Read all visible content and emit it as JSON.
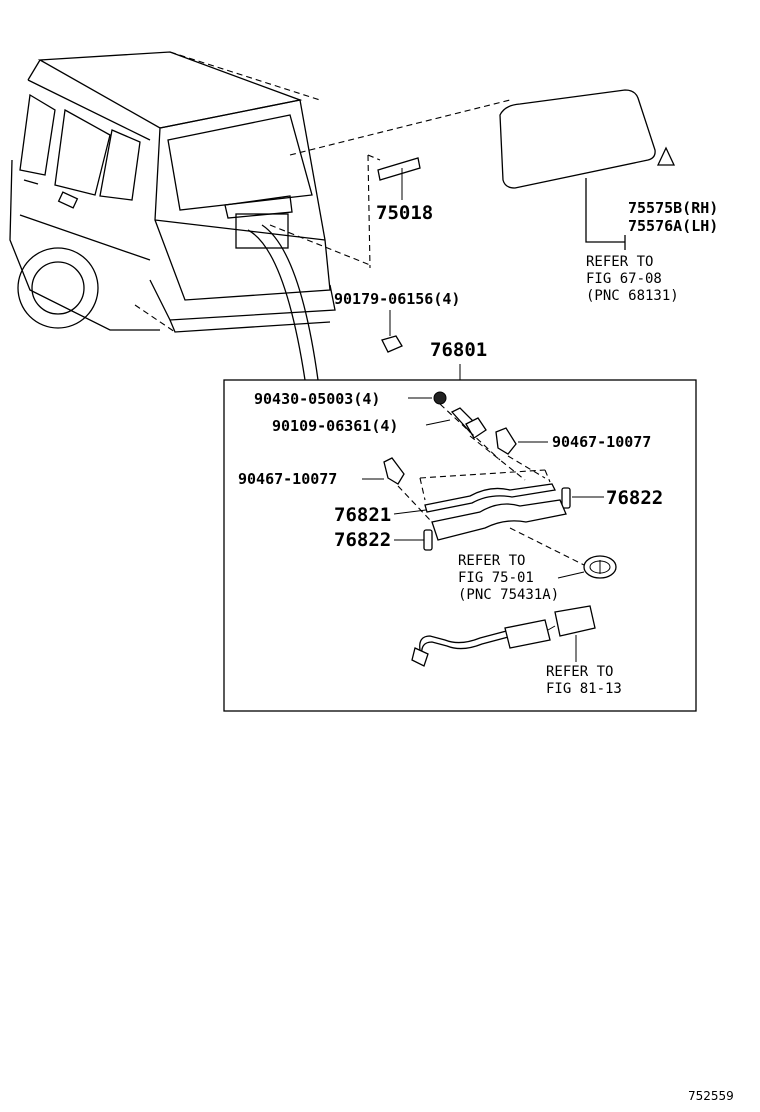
{
  "labels": {
    "p75018": "75018",
    "p75575b": "75575B(RH)",
    "p75576a": "75576A(LH)",
    "ref_glass_1": "REFER TO",
    "ref_glass_2": "FIG 67-08",
    "ref_glass_3": "(PNC 68131)",
    "p90179": "90179-06156(4)",
    "p76801": "76801",
    "p90430": "90430-05003(4)",
    "p90109": "90109-06361(4)",
    "p90467_r": "90467-10077",
    "p90467_l": "90467-10077",
    "p76821": "76821",
    "p76822_r": "76822",
    "p76822_l": "76822",
    "ref_emblem_1": "REFER TO",
    "ref_emblem_2": "FIG 75-01",
    "ref_emblem_3": "(PNC 75431A)",
    "ref_harness_1": "REFER TO",
    "ref_harness_2": "FIG 81-13",
    "diagram_id": "752559"
  }
}
